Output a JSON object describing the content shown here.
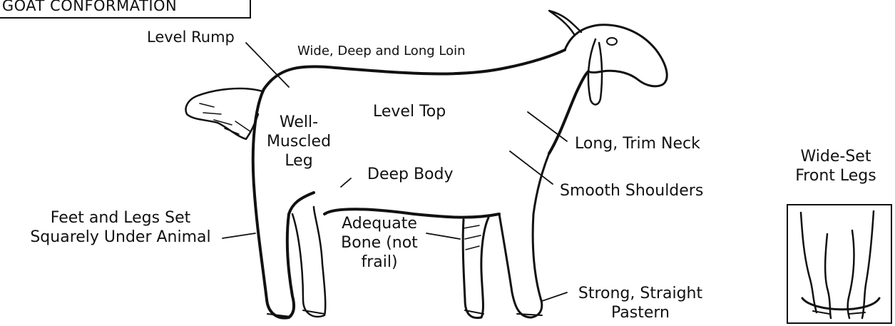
{
  "title": "OD GOAT CONFORMATION",
  "labels": {
    "level_rump": "Level Rump",
    "loin": "Wide, Deep and Long Loin",
    "level_top": "Level Top",
    "well_muscled_leg": [
      "Well-",
      "Muscled",
      "Leg"
    ],
    "deep_body": "Deep Body",
    "neck": "Long, Trim Neck",
    "shoulders": "Smooth Shoulders",
    "feet_legs": [
      "Feet and Legs Set",
      "Squarely Under Animal"
    ],
    "adequate_bone": [
      "Adequate",
      "Bone (not",
      "frail)"
    ],
    "pastern": [
      "Strong, Straight",
      "Pastern"
    ],
    "front_legs": [
      "Wide-Set",
      "Front Legs"
    ]
  }
}
